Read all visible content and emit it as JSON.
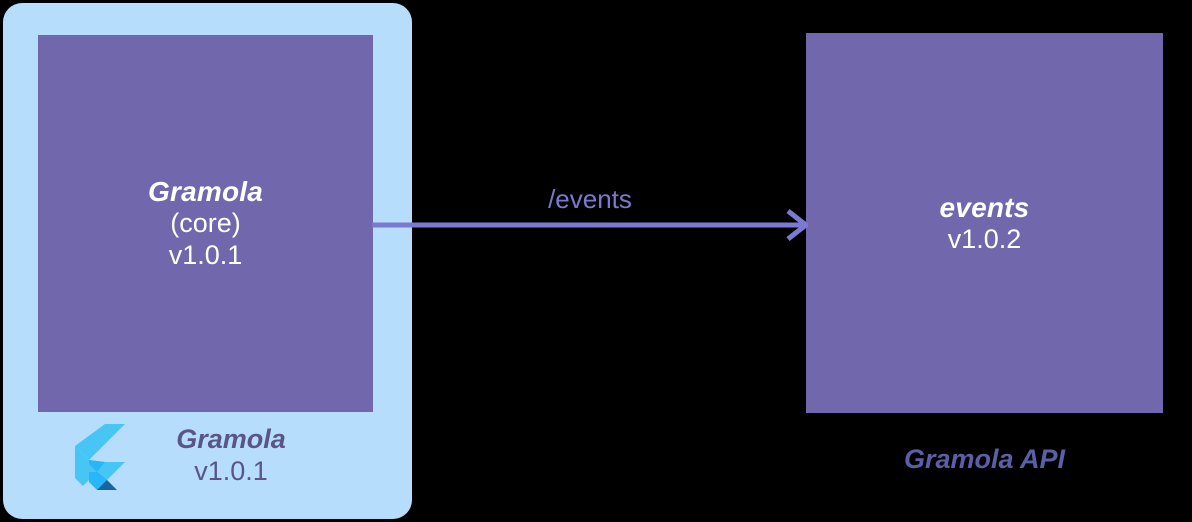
{
  "diagram": {
    "type": "architecture-diagram",
    "background_color": "#000000",
    "platform_container": {
      "label": "flutter-app-container",
      "fill_color": "#b6ddfb",
      "caption_name": "Gramola",
      "caption_version": "v1.0.1",
      "caption_color": "#5a5488",
      "logo_icon": "flutter-logo-icon"
    },
    "nodes": [
      {
        "id": "core",
        "title": "Gramola",
        "subtitle": "(core)",
        "version": "v1.0.1",
        "fill_color": "#7067ac",
        "text_color": "#ffffff"
      },
      {
        "id": "events",
        "title": "events",
        "subtitle": "",
        "version": "v1.0.2",
        "fill_color": "#7067ac",
        "text_color": "#ffffff"
      }
    ],
    "edges": [
      {
        "id": "core-to-events",
        "from": "core",
        "to": "events",
        "label": "/events",
        "label_color": "#7b79d0",
        "stroke_color": "#7b79d0",
        "direction": "right"
      }
    ],
    "api_group": {
      "caption": "Gramola API",
      "caption_color": "#5a5fa8"
    }
  }
}
